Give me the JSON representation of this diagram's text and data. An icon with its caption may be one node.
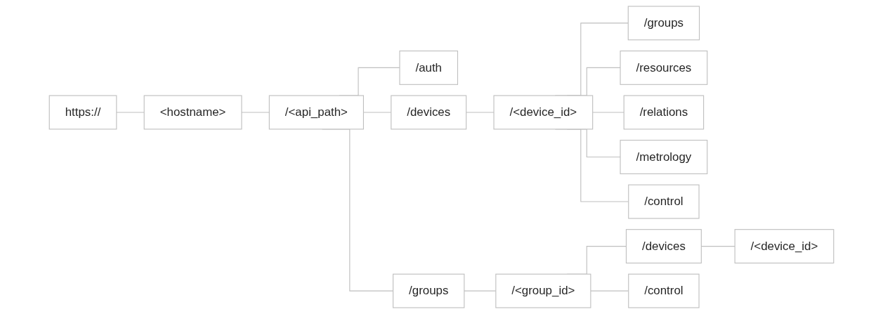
{
  "diagram": {
    "nodes": [
      {
        "text": [
          "https://"
        ]
      },
      {
        "text": [
          "<hostname>"
        ]
      },
      {
        "text": [
          "/<api_path>"
        ]
      },
      {
        "text": [
          "/auth"
        ]
      },
      {
        "text": [
          "/devices"
        ]
      },
      {
        "text": [
          "/groups"
        ]
      },
      {
        "text": [
          "/<device_id>"
        ]
      },
      {
        "text": [
          "/groups"
        ]
      },
      {
        "text": [
          "/resources"
        ]
      },
      {
        "text": [
          "/relations"
        ]
      },
      {
        "text": [
          "/metrology"
        ]
      },
      {
        "text": [
          "/control"
        ]
      },
      {
        "text": [
          "/<group_id>"
        ]
      },
      {
        "text": [
          "/devices"
        ]
      },
      {
        "text": [
          "/control"
        ]
      },
      {
        "text": [
          "/<device_id>"
        ]
      }
    ],
    "edges": [
      {
        "from": 0,
        "to": 1,
        "arrow": "none"
      },
      {
        "from": 1,
        "to": 2,
        "arrow": "none"
      },
      {
        "from": 2,
        "to": 3,
        "arrow": "none"
      },
      {
        "from": 2,
        "to": 4,
        "arrow": "none"
      },
      {
        "from": 2,
        "to": 5,
        "arrow": "none"
      },
      {
        "from": 4,
        "to": 6,
        "arrow": "none"
      },
      {
        "from": 6,
        "to": 7,
        "arrow": "none"
      },
      {
        "from": 6,
        "to": 8,
        "arrow": "none"
      },
      {
        "from": 6,
        "to": 9,
        "arrow": "none"
      },
      {
        "from": 6,
        "to": 10,
        "arrow": "none"
      },
      {
        "from": 6,
        "to": 11,
        "arrow": "none"
      },
      {
        "from": 5,
        "to": 12,
        "arrow": "none"
      },
      {
        "from": 12,
        "to": 13,
        "arrow": "none"
      },
      {
        "from": 12,
        "to": 14,
        "arrow": "none"
      },
      {
        "from": 13,
        "to": 15,
        "arrow": "none"
      }
    ]
  }
}
